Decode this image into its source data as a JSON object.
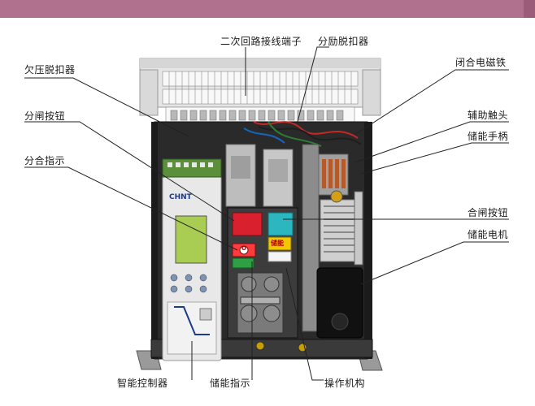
{
  "labels": {
    "secondary_terminal": "二次回路接线端子",
    "shunt_release": "分励脱扣器",
    "undervoltage_release": "欠压脱扣器",
    "closing_electromagnet": "闭合电磁铁",
    "open_button": "分闸按钮",
    "auxiliary_contact": "辅助触头",
    "energy_handle": "储能手柄",
    "on_off_indicator": "分合指示",
    "close_button": "合闸按钮",
    "energy_motor": "储能电机",
    "intelligent_controller": "智能控制器",
    "energy_indicator": "储能指示",
    "operating_mechanism": "操作机构"
  },
  "device": {
    "brand": "CHNT",
    "energy_tag": "储能",
    "close_symbol": "O"
  },
  "colors": {
    "top_bar": "#b0718f",
    "open_button": "#d8202f",
    "close_button": "#2bb6c0",
    "energy_tag": "#f0c800",
    "indicator_green": "#2ea043",
    "leader_line": "#222222"
  }
}
